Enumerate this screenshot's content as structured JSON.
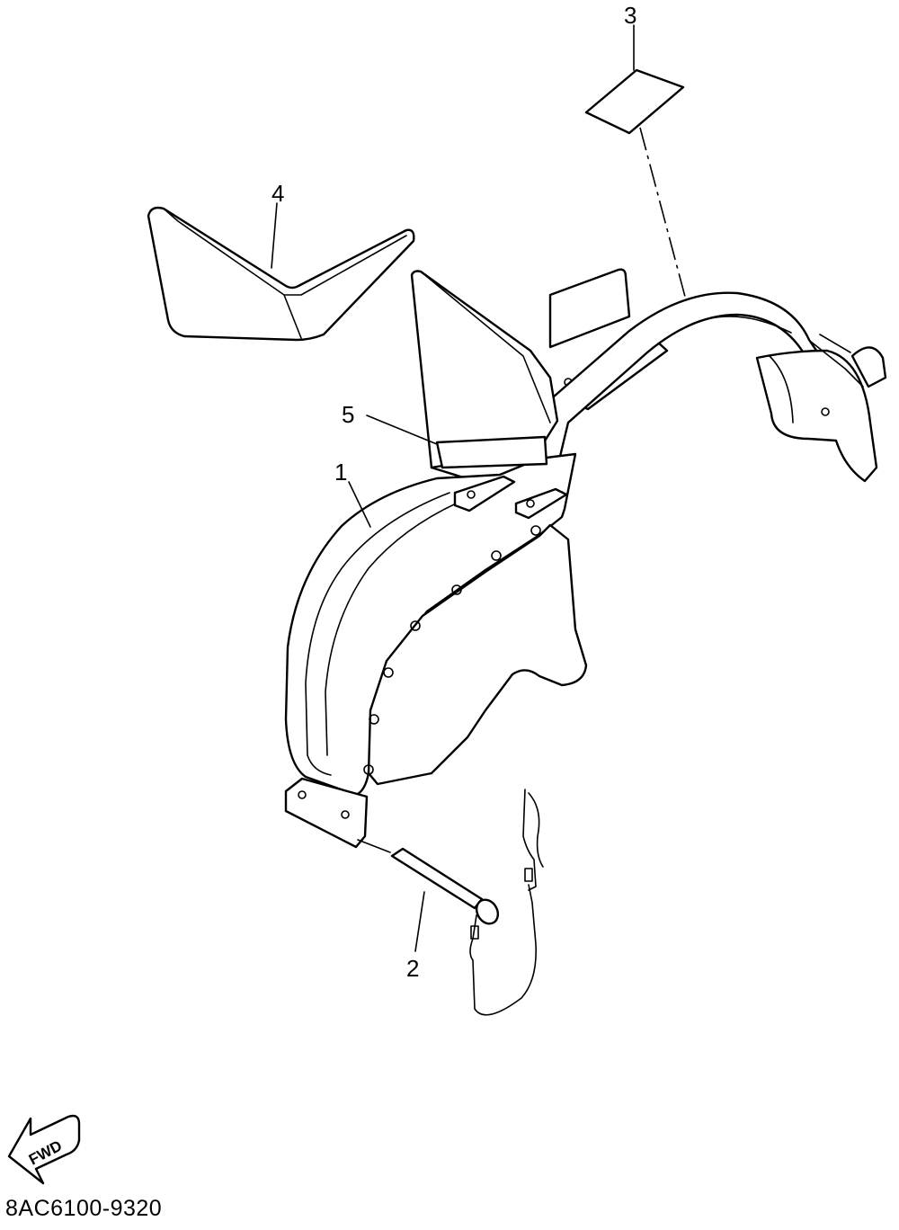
{
  "diagram": {
    "callouts": [
      {
        "id": "1",
        "label": "1"
      },
      {
        "id": "2",
        "label": "2"
      },
      {
        "id": "3",
        "label": "3"
      },
      {
        "id": "4",
        "label": "4"
      },
      {
        "id": "5",
        "label": "5"
      }
    ],
    "forward_arrow_label": "FWD",
    "part_code": "8AC6100-9320"
  }
}
